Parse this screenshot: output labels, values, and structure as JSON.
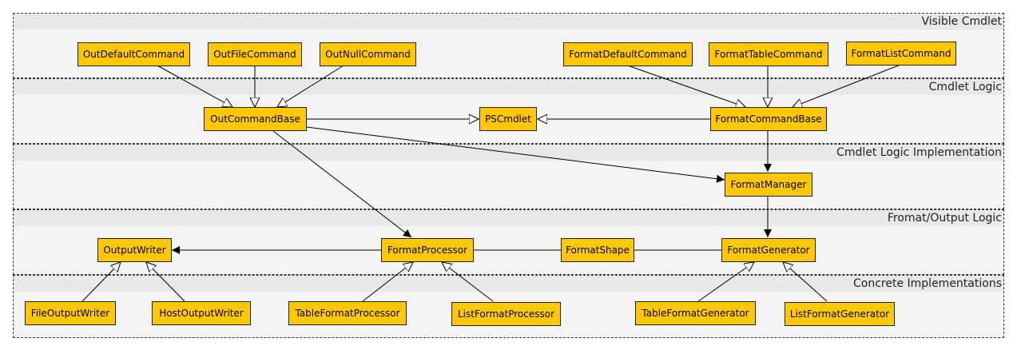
{
  "layers": {
    "visible": "Visible Cmdlet",
    "cmdlet_logic": "Cmdlet Logic",
    "cmdlet_impl": "Cmdlet Logic Implementation",
    "format_output": "Fromat/Output Logic",
    "concrete": "Concrete Implementations"
  },
  "nodes": {
    "out_default_command": "OutDefaultCommand",
    "out_file_command": "OutFileCommand",
    "out_null_command": "OutNullCommand",
    "format_default_command": "FormatDefaultCommand",
    "format_table_command": "FormatTableCommand",
    "format_list_command": "FormatListCommand",
    "out_command_base": "OutCommandBase",
    "ps_cmdlet": "PSCmdlet",
    "format_command_base": "FormatCommandBase",
    "format_manager": "FormatManager",
    "output_writer": "OutputWriter",
    "format_processor": "FormatProcessor",
    "format_shape": "FormatShape",
    "format_generator": "FormatGenerator",
    "file_output_writer": "FileOutputWriter",
    "host_output_writer": "HostOutputWriter",
    "table_format_processor": "TableFormatProcessor",
    "list_format_processor": "ListFormatProcessor",
    "table_format_generator": "TableFormatGenerator",
    "list_format_generator": "ListFormatGenerator"
  },
  "colors": {
    "node_fill": "#ffc800",
    "layer_fill": "#f4f4f4",
    "layer_header": "#e8e8e8"
  }
}
